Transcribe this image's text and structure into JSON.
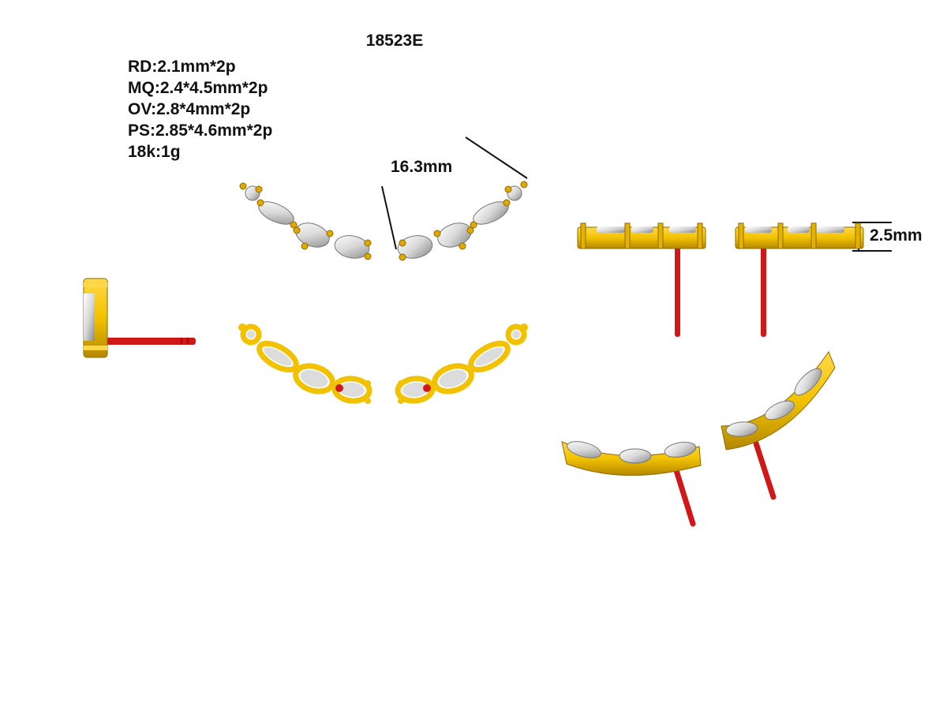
{
  "product_code": "18523E",
  "specs": [
    "RD:2.1mm*2p",
    "MQ:2.4*4.5mm*2p",
    "OV:2.8*4mm*2p",
    "PS:2.85*4.6mm*2p",
    "18k:1g"
  ],
  "dimensions": {
    "length": "16.3mm",
    "height": "2.5mm"
  },
  "colors": {
    "gold": "#f2c200",
    "gold_dark": "#b58800",
    "post": "#d01818",
    "stone": "#e6e6e6",
    "stone_dark": "#7a7a7a"
  }
}
